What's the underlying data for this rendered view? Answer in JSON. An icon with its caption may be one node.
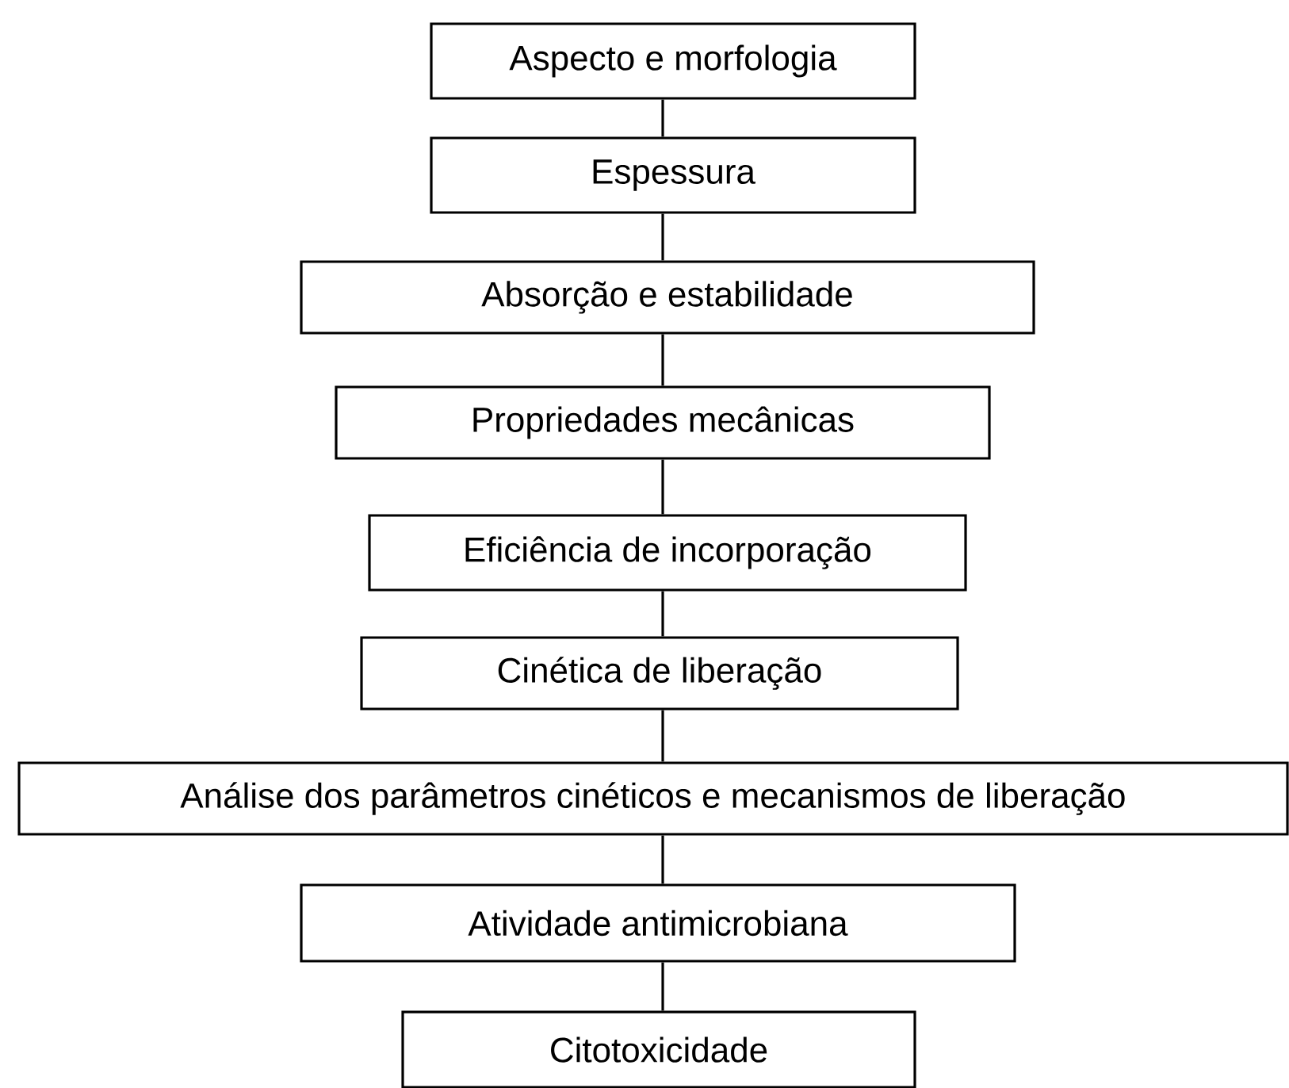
{
  "diagram": {
    "nodes": [
      {
        "text": [
          "Aspecto e morfologia"
        ]
      },
      {
        "text": [
          "Espessura"
        ]
      },
      {
        "text": [
          "Absorção e estabilidade"
        ]
      },
      {
        "text": [
          "Propriedades mecânicas"
        ]
      },
      {
        "text": [
          "Eficiência de incorporação"
        ]
      },
      {
        "text": [
          "Cinética de liberação"
        ]
      },
      {
        "text": [
          "Análise dos parâmetros cinéticos e mecanismos de liberação"
        ]
      },
      {
        "text": [
          "Atividade antimicrobiana"
        ]
      },
      {
        "text": [
          "Citotoxicidade"
        ]
      }
    ],
    "edges": [
      {
        "from": 0,
        "to": 1,
        "arrow": "none"
      },
      {
        "from": 1,
        "to": 2,
        "arrow": "none"
      },
      {
        "from": 2,
        "to": 3,
        "arrow": "none"
      },
      {
        "from": 3,
        "to": 4,
        "arrow": "none"
      },
      {
        "from": 4,
        "to": 5,
        "arrow": "none"
      },
      {
        "from": 5,
        "to": 6,
        "arrow": "none"
      },
      {
        "from": 6,
        "to": 7,
        "arrow": "none"
      },
      {
        "from": 7,
        "to": 8,
        "arrow": "none"
      }
    ]
  }
}
